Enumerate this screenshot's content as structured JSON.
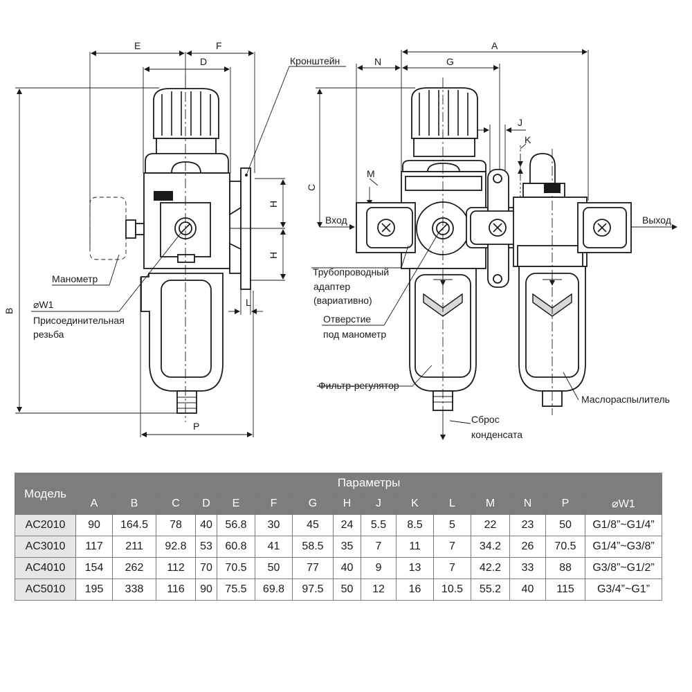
{
  "labels": {
    "bracket": "Кронштейн",
    "gauge": "Манометр",
    "w1": "⌀W1",
    "connection_thread_1": "Присоединительная",
    "connection_thread_2": "резьба",
    "inlet": "Вход",
    "outlet": "Выход",
    "pipe_adapter_1": "Трубопроводный",
    "pipe_adapter_2": "адаптер",
    "pipe_adapter_3": "(вариативно)",
    "gauge_port_1": "Отверстие",
    "gauge_port_2": "под манометр",
    "filter_regulator": "Фильтр-регулятор",
    "lubricator": "Маслораспылитель",
    "drain_1": "Сброс",
    "drain_2": "конденсата"
  },
  "dims": {
    "E": "E",
    "F": "F",
    "D": "D",
    "B": "B",
    "H1": "H",
    "H2": "H",
    "L": "L",
    "P": "P",
    "N": "N",
    "A": "A",
    "G": "G",
    "J": "J",
    "K": "K",
    "C": "C",
    "M": "M"
  },
  "table": {
    "model_header": "Модель",
    "group_header": "Параметры",
    "columns": [
      "A",
      "B",
      "C",
      "D",
      "E",
      "F",
      "G",
      "H",
      "J",
      "K",
      "L",
      "M",
      "N",
      "P",
      "⌀W1"
    ],
    "rows": [
      {
        "model": "AC2010",
        "values": [
          "90",
          "164.5",
          "78",
          "40",
          "56.8",
          "30",
          "45",
          "24",
          "5.5",
          "8.5",
          "5",
          "22",
          "23",
          "50",
          "G1/8”~G1/4”"
        ]
      },
      {
        "model": "AC3010",
        "values": [
          "117",
          "211",
          "92.8",
          "53",
          "60.8",
          "41",
          "58.5",
          "35",
          "7",
          "11",
          "7",
          "34.2",
          "26",
          "70.5",
          "G1/4”~G3/8”"
        ]
      },
      {
        "model": "AC4010",
        "values": [
          "154",
          "262",
          "112",
          "70",
          "70.5",
          "50",
          "77",
          "40",
          "9",
          "13",
          "7",
          "42.2",
          "33",
          "88",
          "G3/8”~G1/2”"
        ]
      },
      {
        "model": "AC5010",
        "values": [
          "195",
          "338",
          "116",
          "90",
          "75.5",
          "69.8",
          "97.5",
          "50",
          "12",
          "16",
          "10.5",
          "55.2",
          "40",
          "115",
          "G3/4”~G1”"
        ]
      }
    ]
  }
}
